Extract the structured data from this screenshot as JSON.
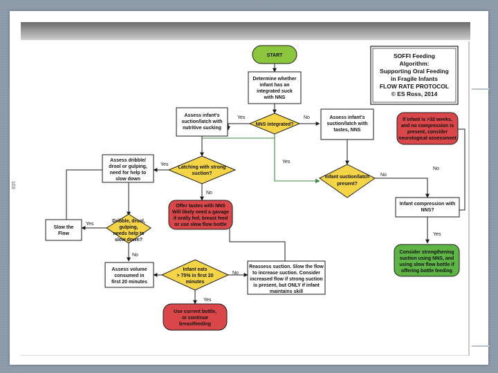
{
  "page": {
    "side_label": "103"
  },
  "title_box": {
    "lines": [
      "SOFFI Feeding",
      "Algorithm:",
      "Supporting Oral Feeding",
      "in Fragile Infants",
      "FLOW RATE PROTOCOL",
      "© ES Ross, 2014"
    ]
  },
  "nodes": {
    "start": [
      "START"
    ],
    "determine": [
      "Determine whether",
      "infant has an",
      "integrated suck",
      "with NNS"
    ],
    "nns_integrated": [
      "NNS integrated?"
    ],
    "assess_suction_nutritive": [
      "Assess infant's",
      "suction/latch with",
      "nutritive sucking"
    ],
    "assess_suction_tastes": [
      "Assess infant's",
      "suction/latch with",
      "tastes, NNS"
    ],
    "if_infant_32": [
      "If infant is >32 weeks,",
      "and no compression is",
      "present, consider",
      "neurological assessment"
    ],
    "assess_dribble": [
      "Assess dribble/",
      "drool or gulping,",
      "need for help to",
      "slow down"
    ],
    "latching_strong": [
      "Latching with strong",
      "suction?"
    ],
    "infant_suction_present": [
      "Infant suction/latch",
      "present?"
    ],
    "offer_tastes": [
      "Offer tastes with NNS",
      "Will likely need a gavage",
      "if orally fed, breast feed",
      "or use slow flow bottle"
    ],
    "infant_compression": [
      "Infant compression with",
      "NNS?"
    ],
    "slow_flow": [
      "Slow the",
      "Flow"
    ],
    "dribble_question": [
      "Dribble, drool,",
      "gulping,",
      "needs help to",
      "slow down?"
    ],
    "consider_strengthening": [
      "Consider strengthening",
      "suction using NNS, and",
      "using slow flow bottle if",
      "offering bottle feeding"
    ],
    "assess_volume": [
      "Assess volume",
      "consumed in",
      "first 20 minutes"
    ],
    "infant_eats": [
      "Infant eats",
      "> 75% in first 20",
      "minutes"
    ],
    "reassess": [
      "Reassess suction. Slow the flow",
      "to increase suction. Consider",
      "increased flow if strong suction",
      "is present, but ONLY if infant",
      "maintains skill"
    ],
    "use_current": [
      "Use current bottle,",
      "or continue",
      "breastfeeding"
    ]
  },
  "edge_labels": {
    "nns_yes": "Yes",
    "nns_no": "No",
    "integrated_yes": "Yes",
    "latch_yes": "Yes",
    "latch_no": "No",
    "suction_no": "No",
    "right_no": "No",
    "dribble_yes": "Yes",
    "dribble_no": "No",
    "compression_yes": "Yes",
    "eats_no": "No",
    "eats_yes": "Yes"
  },
  "colors": {
    "start_fill": "#8cc63f",
    "diamond_fill": "#f5d547",
    "red_fill": "#d9474a",
    "green_fill": "#5fb446",
    "line": "#1a1a1a",
    "green_line": "#3c8a3c"
  }
}
